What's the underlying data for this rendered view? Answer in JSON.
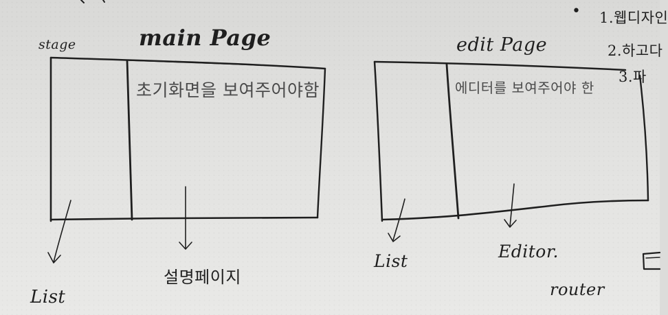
{
  "main_page": {
    "stage_label": "stage",
    "title": "main Page",
    "content_note": "초기화면을 보여주어야함",
    "list_label": "List",
    "description_label": "설명페이지"
  },
  "edit_page": {
    "title": "edit Page",
    "content_note": "에디터를 보여주어야 한",
    "list_label": "List",
    "editor_label": "Editor."
  },
  "notes": {
    "bullet": "•",
    "item1": "1.웹디자인",
    "item2": "2.하고다",
    "item3": "3.파"
  },
  "router_label": "router",
  "ink_color": "#1f1f1f"
}
